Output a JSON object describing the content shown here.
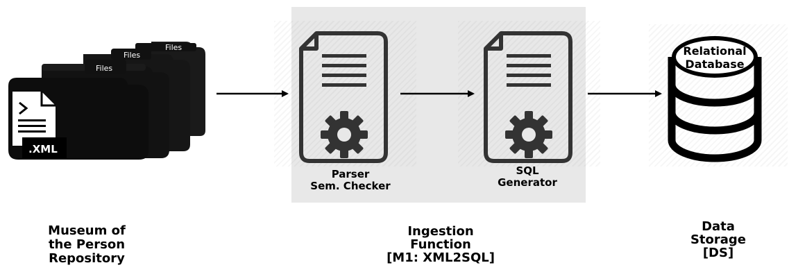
{
  "source": {
    "folder_tab_labels": [
      "Files",
      "Files",
      "Files"
    ],
    "file_badge": ".XML",
    "caption_lines": [
      "Museum of",
      "the Person",
      "Repository"
    ]
  },
  "ingestion": {
    "parser_label_lines": [
      "Parser",
      "Sem. Checker"
    ],
    "generator_label_lines": [
      "SQL",
      "Generator"
    ],
    "caption_lines": [
      "Ingestion",
      "Function",
      "[M1: XML2SQL]"
    ]
  },
  "storage": {
    "db_label_lines": [
      "Relational",
      "Database"
    ],
    "caption_lines": [
      "Data",
      "Storage",
      "[DS]"
    ]
  }
}
